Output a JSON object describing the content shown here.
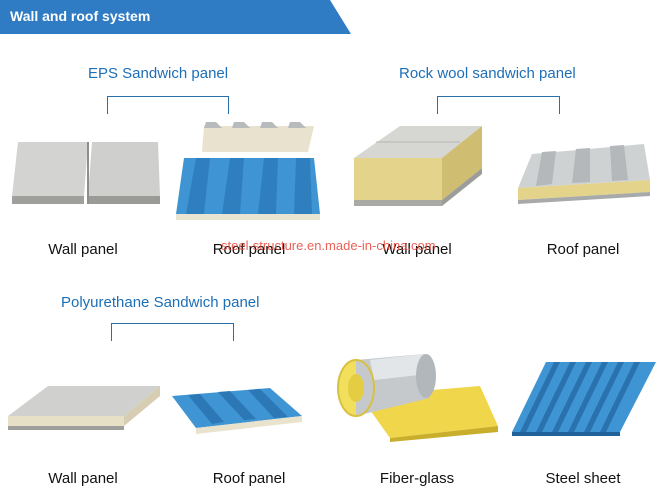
{
  "header": {
    "title": "Wall and roof system"
  },
  "groups": [
    {
      "title": "EPS Sandwich panel"
    },
    {
      "title": "Rock wool sandwich panel"
    },
    {
      "title": "Polyurethane Sandwich panel"
    }
  ],
  "captions": [
    "Wall panel",
    "Roof panel",
    "Wall panel",
    "Roof panel",
    "Wall panel",
    "Roof panel",
    "Fiber-glass",
    "Steel sheet"
  ],
  "watermark": "steel-structure.en.made-in-china.com",
  "colors": {
    "banner": "#2f7cc4",
    "title_text": "#1d6fb8",
    "panel_blue": "#3f95d3",
    "panel_grey": "#c7c9c7",
    "rockwool": "#e7d58a"
  }
}
